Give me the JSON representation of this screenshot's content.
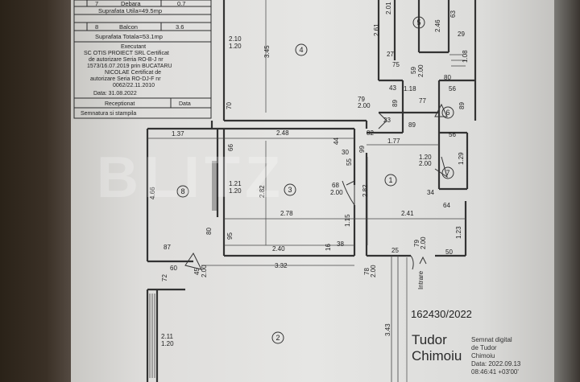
{
  "table": {
    "rows": [
      {
        "no": "7",
        "name": "Debara",
        "value": "0.7"
      },
      {
        "no": "8",
        "name": "Balcon",
        "value": "3.6"
      }
    ],
    "util_area": "Suprafata Utila=49.5mp",
    "total_area": "Suprafata Totala=53.1mp"
  },
  "executant": {
    "lines": [
      "Executant",
      "SC OTIS PROIECT SRL Certificat",
      "de autorizare Seria RO-B-J nr",
      "1573/16.07.2019 prin BUCATARU",
      "NICOLAE Certificat de",
      "autorizare Seria RO-DJ-F nr",
      "0062/22.11.2010"
    ],
    "date": "Data: 31.08.2022"
  },
  "reception": {
    "label": "Receptionat",
    "date_label": "Data",
    "signature": "Semnatura si stampila"
  },
  "rooms": [
    {
      "id": "4",
      "label": "4"
    },
    {
      "id": "5",
      "label": "5"
    },
    {
      "id": "6",
      "label": "6"
    },
    {
      "id": "7",
      "label": "7"
    },
    {
      "id": "1",
      "label": "1"
    },
    {
      "id": "3",
      "label": "3"
    },
    {
      "id": "8",
      "label": "8"
    },
    {
      "id": "2",
      "label": "2"
    }
  ],
  "dimensions": [
    "2.01",
    "2.61",
    "2.46",
    "63",
    "1.08",
    "29",
    "3.45",
    "2.10",
    "1.20",
    "27",
    "75",
    "59",
    "2.00",
    "80",
    "43",
    "1.18",
    "56",
    "89",
    "77",
    "79",
    "2.00",
    "89",
    "70",
    "2.48",
    "82",
    "23",
    "89",
    "56",
    "1.37",
    "66",
    "44",
    "30",
    "99",
    "1.77",
    "1.20",
    "2.00",
    "1.29",
    "55",
    "4.66",
    "1.21",
    "1.20",
    "2.82",
    "68",
    "2.00",
    "2.82",
    "34",
    "64",
    "2.78",
    "2.41",
    "80",
    "95",
    "1.15",
    "1.23",
    "87",
    "2.40",
    "38",
    "16",
    "79",
    "2.00",
    "25",
    "50",
    "60",
    "3.32",
    "45",
    "2.00",
    "78",
    "2.00",
    "72",
    "2.11",
    "1.20",
    "3.43"
  ],
  "entrance": "Intrare",
  "doc_code": "162430/2022",
  "signer": {
    "first": "Tudor",
    "last": "Chimoiu"
  },
  "signature_note": [
    "Semnat digital",
    "de Tudor",
    "Chimoiu",
    "Data: 2022.09.13",
    "08:46:41 +03'00'"
  ],
  "watermark": "BLITZ"
}
